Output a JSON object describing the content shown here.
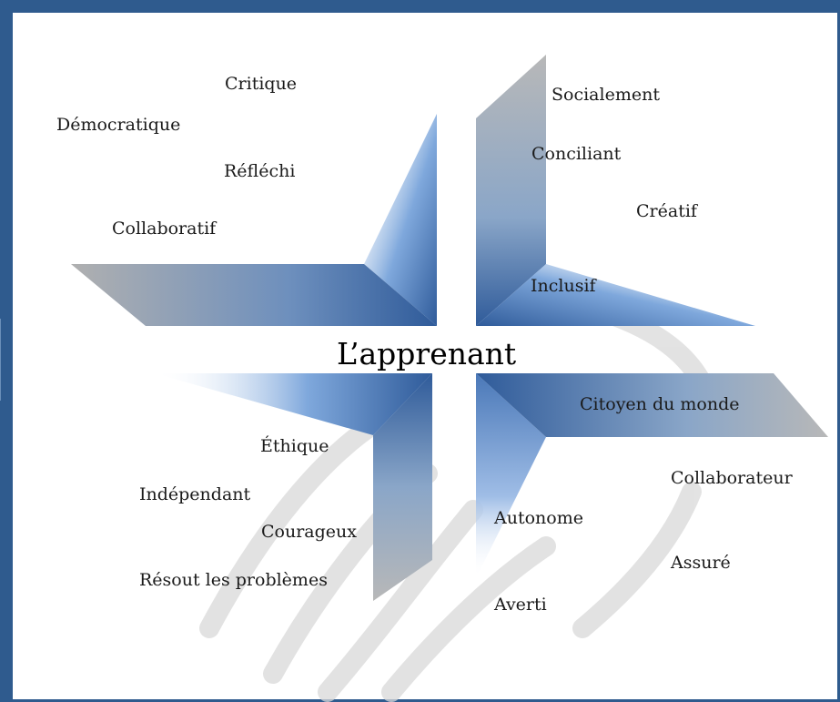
{
  "center": {
    "title": "L’apprenant"
  },
  "quadrants": {
    "top_left": [
      "Critique",
      "Démocratique",
      "Réfléchi",
      "Collaboratif"
    ],
    "top_right": [
      "Socialement",
      "Conciliant",
      "Créatif",
      "Inclusif"
    ],
    "bottom_left": [
      "Éthique",
      "Indépendant",
      "Courageux",
      "Résout les problèmes"
    ],
    "bottom_right": [
      "Citoyen du monde",
      "Collaborateur",
      "Autonome",
      "Assuré",
      "Averti"
    ]
  },
  "colors": {
    "frame": "#2f5b8e",
    "blue_dark": "#2f5b9a",
    "blue_light": "#ffffff",
    "grey": "#a9a9a9",
    "watermark": "#d9d9d9"
  }
}
